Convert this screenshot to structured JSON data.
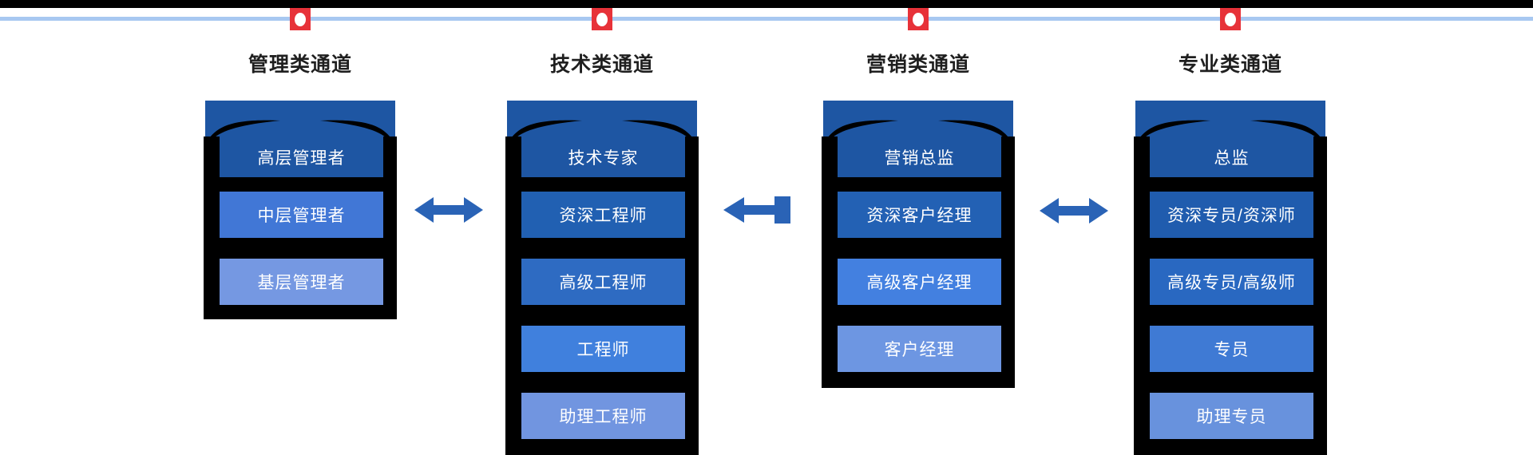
{
  "diagram": {
    "top_bar_color": "#000000",
    "rule_color": "#a8c8f1",
    "marker_fill": "#e73239",
    "marker_dot": "#ffffff",
    "title_color": "#1f1f1f",
    "frame_color": "#000000",
    "banner_color": "#1e56a3",
    "arrow_color": "#2a63b6",
    "level_text_color": "#ffffff"
  },
  "columns": [
    {
      "title": "管理类通道",
      "levels": [
        {
          "label": "高层管理者",
          "color": "#1e56a3"
        },
        {
          "label": "中层管理者",
          "color": "#4177d6"
        },
        {
          "label": "基层管理者",
          "color": "#7598e2"
        }
      ]
    },
    {
      "title": "技术类通道",
      "levels": [
        {
          "label": "技术专家",
          "color": "#1e56a3"
        },
        {
          "label": "资深工程师",
          "color": "#2160b2"
        },
        {
          "label": "高级工程师",
          "color": "#2e6bc2"
        },
        {
          "label": "工程师",
          "color": "#4080dd"
        },
        {
          "label": "助理工程师",
          "color": "#7195e0"
        }
      ]
    },
    {
      "title": "营销类通道",
      "levels": [
        {
          "label": "营销总监",
          "color": "#1e56a3"
        },
        {
          "label": "资深客户经理",
          "color": "#2361b4"
        },
        {
          "label": "高级客户经理",
          "color": "#4380e0"
        },
        {
          "label": "客户经理",
          "color": "#6d96e2"
        }
      ]
    },
    {
      "title": "专业类通道",
      "levels": [
        {
          "label": "总监",
          "color": "#1e56a3"
        },
        {
          "label": "资深专员/资深师",
          "color": "#205cae"
        },
        {
          "label": "高级专员/高级师",
          "color": "#2968c1"
        },
        {
          "label": "专员",
          "color": "#3f7ad4"
        },
        {
          "label": "助理专员",
          "color": "#6892dd"
        }
      ]
    }
  ],
  "arrows": [
    {
      "type": "double"
    },
    {
      "type": "left-tail"
    },
    {
      "type": "double"
    }
  ]
}
